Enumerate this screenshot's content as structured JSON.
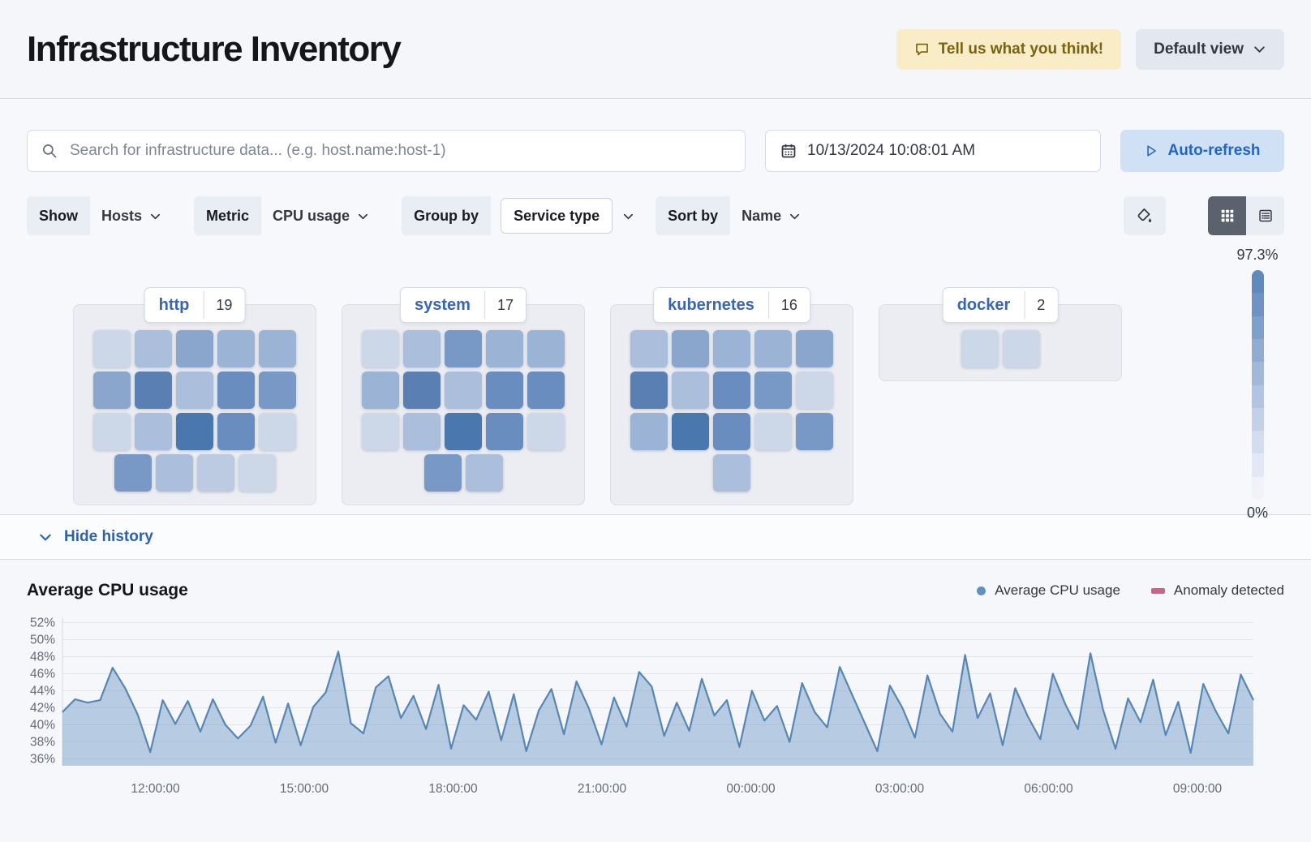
{
  "header": {
    "title": "Infrastructure Inventory",
    "feedback_label": "Tell us what you think!",
    "view_label": "Default view"
  },
  "toolbar": {
    "search_placeholder": "Search for infrastructure data... (e.g. host.name:host-1)",
    "date": "10/13/2024 10:08:01 AM",
    "autorefresh_label": "Auto-refresh"
  },
  "filters": {
    "show_label": "Show",
    "show_value": "Hosts",
    "metric_label": "Metric",
    "metric_value": "CPU usage",
    "groupby_label": "Group by",
    "groupby_value": "Service type",
    "sortby_label": "Sort by",
    "sortby_value": "Name"
  },
  "waffle": {
    "legend_max": "97.3%",
    "legend_min": "0%",
    "palette": [
      "#dde5f0",
      "#ccd8e8",
      "#bccbe1",
      "#abbedb",
      "#9bb3d5",
      "#8aa6cd",
      "#7899c6",
      "#688dbe",
      "#597fb3",
      "#4a77ad"
    ],
    "legend_steps": [
      "#6089bd",
      "#6f94c4",
      "#7fa0cb",
      "#90acd2",
      "#a1b8d9",
      "#b2c4e0",
      "#c3d0e7",
      "#d4dcee",
      "#e2e8f4",
      "#eff3f9"
    ],
    "groups": [
      {
        "name": "http",
        "count": "19",
        "rows": [
          [
            1,
            3,
            5,
            4,
            4
          ],
          [
            5,
            8,
            3,
            7,
            6
          ],
          [
            1,
            3,
            9,
            7,
            1
          ],
          [
            6,
            3,
            2,
            1
          ]
        ]
      },
      {
        "name": "system",
        "count": "17",
        "rows": [
          [
            1,
            3,
            6,
            4,
            4
          ],
          [
            4,
            8,
            3,
            7,
            7
          ],
          [
            1,
            3,
            9,
            7,
            1
          ],
          [
            6,
            3
          ]
        ]
      },
      {
        "name": "kubernetes",
        "count": "16",
        "rows": [
          [
            3,
            5,
            4,
            4,
            5
          ],
          [
            8,
            3,
            7,
            6,
            1
          ],
          [
            4,
            9,
            7,
            1,
            6
          ],
          [
            3
          ]
        ]
      },
      {
        "name": "docker",
        "count": "2",
        "rows": [
          [
            1,
            1
          ]
        ]
      }
    ]
  },
  "history": {
    "toggle_label": "Hide history"
  },
  "chart_data": {
    "type": "area",
    "title": "Average CPU usage",
    "unit": "%",
    "line_color": "#5786b5",
    "fill_color": "rgba(96,146,192,0.42)",
    "legend": [
      {
        "label": "Average CPU usage",
        "color": "#6092C0",
        "shape": "dot"
      },
      {
        "label": "Anomaly detected",
        "color": "#D36086",
        "shape": "bar"
      }
    ],
    "ylim": [
      35.2,
      52.9
    ],
    "y_ticks": [
      "36%",
      "38%",
      "40%",
      "42%",
      "44%",
      "46%",
      "48%",
      "50%",
      "52%"
    ],
    "x_ticks": [
      "12:00:00",
      "15:00:00",
      "18:00:00",
      "21:00:00",
      "00:00:00",
      "03:00:00",
      "06:00:00",
      "09:00:00"
    ],
    "x_tick_fractions": [
      0.078,
      0.203,
      0.328,
      0.453,
      0.578,
      0.703,
      0.828,
      0.953
    ],
    "values": [
      41.5,
      43.0,
      42.6,
      42.9,
      46.7,
      44.3,
      41.2,
      36.8,
      42.9,
      40.1,
      42.8,
      39.2,
      43.0,
      40.0,
      38.4,
      39.9,
      43.3,
      37.9,
      42.5,
      37.6,
      42.1,
      43.8,
      48.6,
      40.2,
      39.0,
      44.4,
      45.7,
      40.8,
      43.4,
      39.5,
      44.7,
      37.2,
      42.3,
      40.6,
      43.9,
      38.2,
      43.6,
      36.9,
      41.7,
      44.2,
      38.9,
      45.1,
      41.9,
      37.7,
      43.2,
      39.8,
      46.2,
      44.5,
      38.7,
      42.6,
      39.3,
      45.4,
      41.1,
      42.9,
      37.4,
      44.0,
      40.5,
      42.2,
      38.0,
      44.9,
      41.5,
      39.7,
      46.8,
      43.5,
      40.2,
      36.9,
      44.6,
      42.0,
      38.5,
      45.8,
      41.3,
      39.2,
      48.2,
      40.8,
      43.7,
      37.6,
      44.3,
      41.0,
      38.3,
      46.0,
      42.4,
      39.5,
      48.4,
      41.8,
      37.2,
      43.1,
      40.3,
      45.3,
      38.8,
      42.7,
      36.7,
      44.8,
      41.6,
      39.0,
      45.9,
      42.9
    ]
  }
}
